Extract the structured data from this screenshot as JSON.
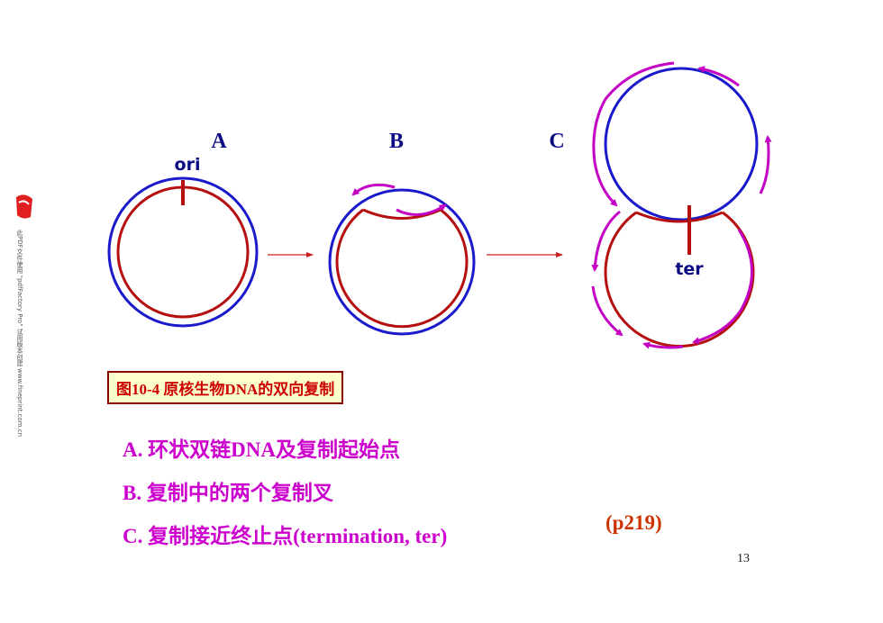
{
  "panels": {
    "a_label": "A",
    "b_label": "B",
    "c_label": "C",
    "origin_label": "ori",
    "terminus_label": "ter"
  },
  "caption": "图10-4   原核生物DNA的双向复制",
  "items": [
    "A. 环状双链DNA及复制起始点",
    "B. 复制中的两个复制叉",
    "C. 复制接近终止点(termination, ter)"
  ],
  "page_ref": "(p219)",
  "page_number": "13",
  "watermark": {
    "text": "此PDF文件使用 \"pdfFactory Pro\" 试用版本创建 www.fineprint.com.cn",
    "icon": "pdf-logo-icon"
  },
  "colors": {
    "outer_strand": "#1a1acc",
    "inner_strand": "#b50f0f",
    "fork_arrow": "#c300c3",
    "step_arrow": "#cc2020"
  }
}
